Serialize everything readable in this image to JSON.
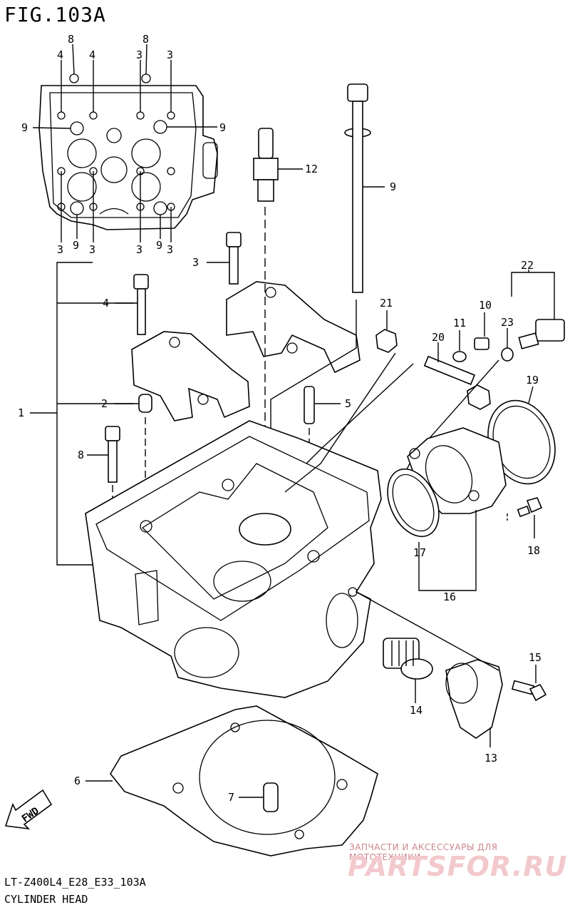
{
  "figure": {
    "title": "FIG.103A",
    "model_code": "LT-Z400L4_E28_E33_103A",
    "section_name": "CYLINDER HEAD"
  },
  "watermark": {
    "tagline": "ЗАПЧАСТИ И АКСЕССУАРЫ ДЛЯ МОТОТЕХНИКИ",
    "brand": "PARTSFOR.RU",
    "color": "#f2c9cc"
  },
  "fwd_arrow": {
    "label": "FWD"
  },
  "inset_labels": {
    "top": [
      "8",
      "4",
      "4",
      "8",
      "3",
      "3"
    ],
    "side_left": "9",
    "side_right": "9",
    "bottom": [
      "3",
      "9",
      "3",
      "3",
      "9",
      "3"
    ]
  },
  "callouts": {
    "p1": "1",
    "p2": "2",
    "p3": "3",
    "p4": "4",
    "p5": "5",
    "p6": "6",
    "p7": "7",
    "p8": "8",
    "p9": "9",
    "p10": "10",
    "p11": "11",
    "p12": "12",
    "p13": "13",
    "p14": "14",
    "p15": "15",
    "p16": "16",
    "p17": "17",
    "p18": "18",
    "p19": "19",
    "p20": "20",
    "p21": "21",
    "p22": "22",
    "p23": "23"
  }
}
